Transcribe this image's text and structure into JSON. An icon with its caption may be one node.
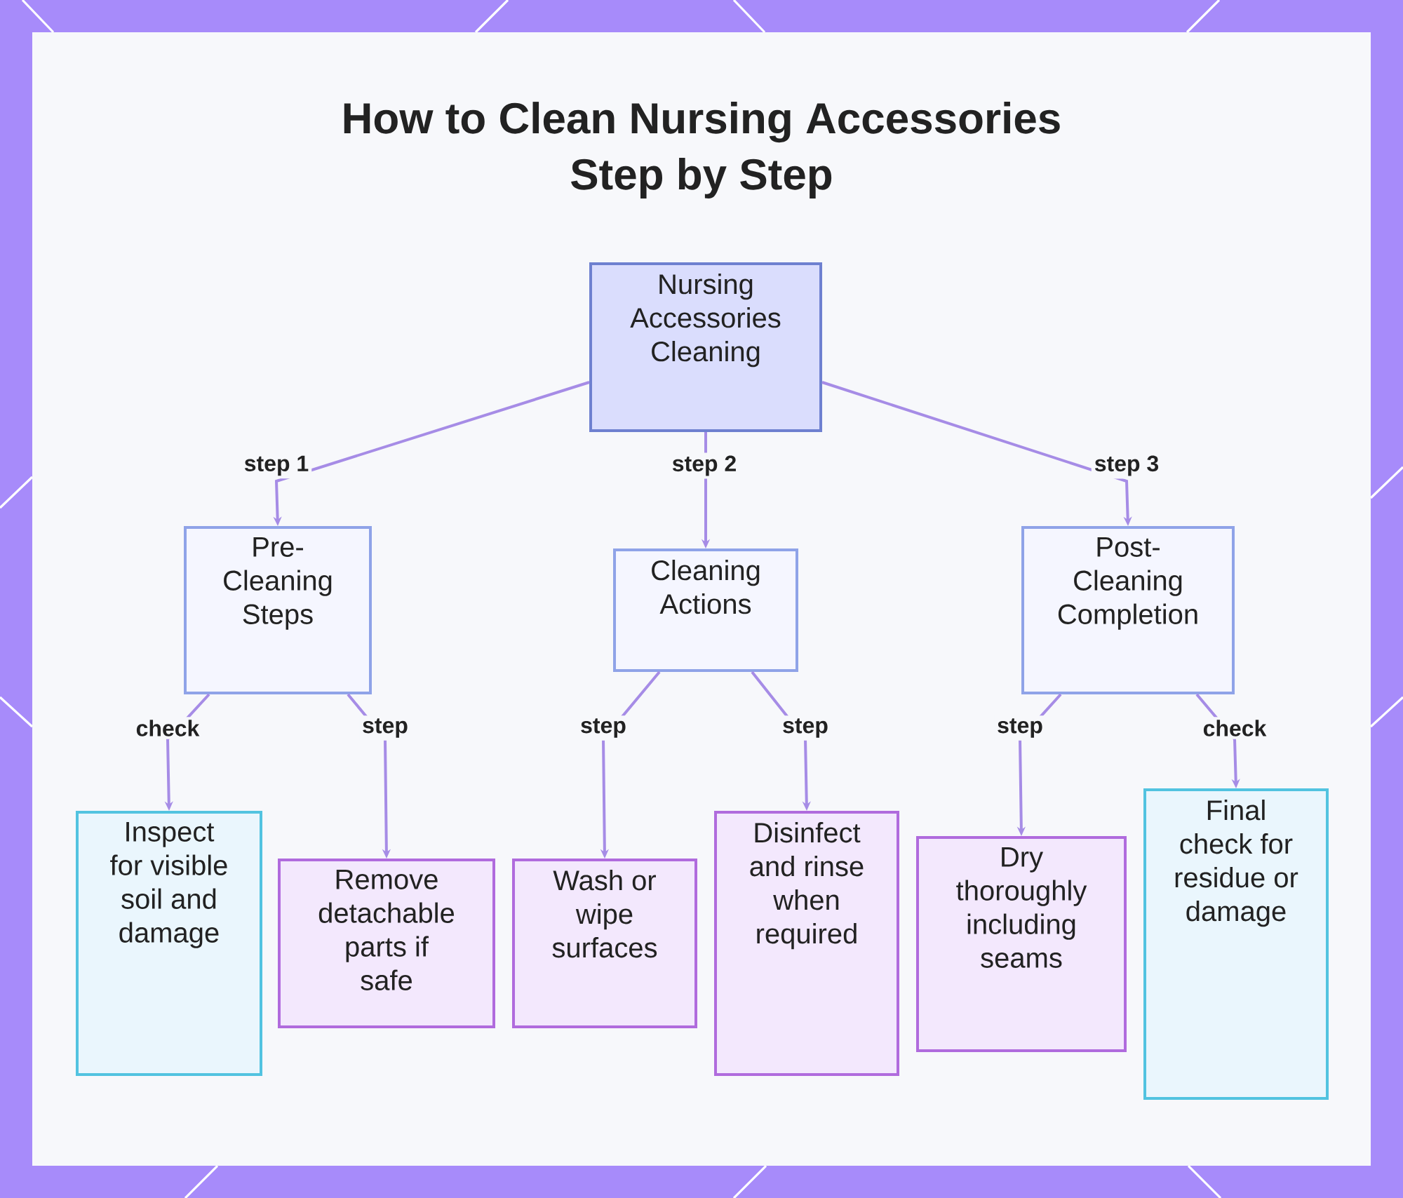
{
  "diagram": {
    "title": "How to Clean Nursing Accessories Step by Step",
    "nodes": [
      {
        "text": [
          "Nursing Accessories Cleaning"
        ]
      },
      {
        "text": [
          "Pre-Cleaning Steps"
        ]
      },
      {
        "text": [
          "Cleaning Actions"
        ]
      },
      {
        "text": [
          "Post-Cleaning Completion"
        ]
      },
      {
        "text": [
          "Inspect for visible soil and damage"
        ]
      },
      {
        "text": [
          "Remove detachable parts if safe"
        ]
      },
      {
        "text": [
          "Wash or wipe surfaces"
        ]
      },
      {
        "text": [
          "Disinfect and rinse when required"
        ]
      },
      {
        "text": [
          "Dry thoroughly including seams"
        ]
      },
      {
        "text": [
          "Final check for residue or damage"
        ]
      }
    ],
    "edges": [
      {
        "from": 0,
        "to": 1,
        "arrow": "to",
        "label": "step 1"
      },
      {
        "from": 0,
        "to": 2,
        "arrow": "to",
        "label": "step 2"
      },
      {
        "from": 0,
        "to": 3,
        "arrow": "to",
        "label": "step 3"
      },
      {
        "from": 1,
        "to": 4,
        "arrow": "to",
        "label": "check"
      },
      {
        "from": 1,
        "to": 5,
        "arrow": "to",
        "label": "step"
      },
      {
        "from": 2,
        "to": 6,
        "arrow": "to",
        "label": "step"
      },
      {
        "from": 2,
        "to": 7,
        "arrow": "to",
        "label": "step"
      },
      {
        "from": 3,
        "to": 8,
        "arrow": "to",
        "label": "step"
      },
      {
        "from": 3,
        "to": 9,
        "arrow": "to",
        "label": "check"
      }
    ]
  }
}
